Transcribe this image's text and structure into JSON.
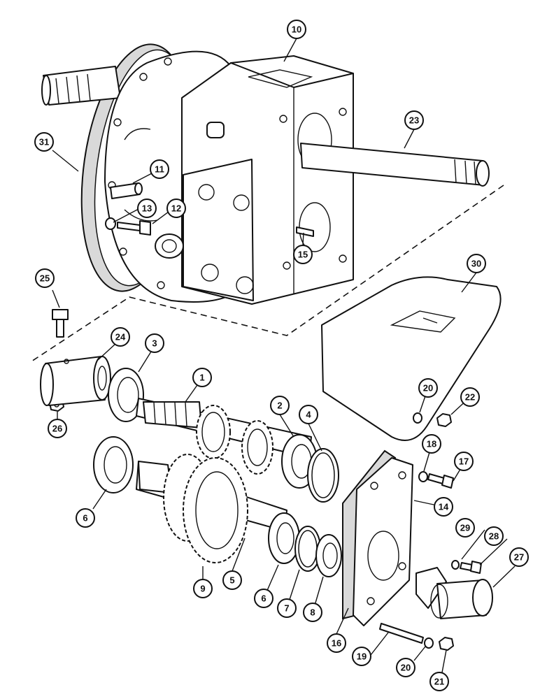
{
  "callouts": [
    {
      "id": "c1",
      "label": "1"
    },
    {
      "id": "c2",
      "label": "2"
    },
    {
      "id": "c3",
      "label": "3"
    },
    {
      "id": "c4",
      "label": "4"
    },
    {
      "id": "c5",
      "label": "5"
    },
    {
      "id": "c6a",
      "label": "6"
    },
    {
      "id": "c6b",
      "label": "6"
    },
    {
      "id": "c7",
      "label": "7"
    },
    {
      "id": "c8",
      "label": "8"
    },
    {
      "id": "c9",
      "label": "9"
    },
    {
      "id": "c10",
      "label": "10"
    },
    {
      "id": "c11",
      "label": "11"
    },
    {
      "id": "c12",
      "label": "12"
    },
    {
      "id": "c13",
      "label": "13"
    },
    {
      "id": "c14",
      "label": "14"
    },
    {
      "id": "c15",
      "label": "15"
    },
    {
      "id": "c16",
      "label": "16"
    },
    {
      "id": "c17",
      "label": "17"
    },
    {
      "id": "c18",
      "label": "18"
    },
    {
      "id": "c19",
      "label": "19"
    },
    {
      "id": "c20a",
      "label": "20"
    },
    {
      "id": "c20b",
      "label": "20"
    },
    {
      "id": "c21",
      "label": "21"
    },
    {
      "id": "c22",
      "label": "22"
    },
    {
      "id": "c23",
      "label": "23"
    },
    {
      "id": "c24",
      "label": "24"
    },
    {
      "id": "c25",
      "label": "25"
    },
    {
      "id": "c26",
      "label": "26"
    },
    {
      "id": "c27",
      "label": "27"
    },
    {
      "id": "c28",
      "label": "28"
    },
    {
      "id": "c29",
      "label": "29"
    },
    {
      "id": "c30",
      "label": "30"
    },
    {
      "id": "c31",
      "label": "31"
    }
  ]
}
